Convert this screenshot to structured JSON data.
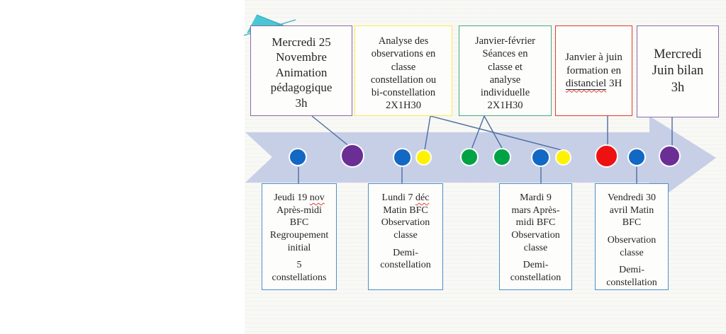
{
  "palette": {
    "arrow_fill": "#c7cfe7",
    "connector_line": "#4a6da0",
    "decoration_teal": "#4ac7d4",
    "dot_blue": "#1268c3",
    "dot_purple": "#6b2e94",
    "dot_yellow": "#fff200",
    "dot_green": "#00a344",
    "dot_red": "#ee1111",
    "border_purple": "#8a68a8",
    "border_yellow": "#ffe94d",
    "border_green": "#4aa87c",
    "border_red": "#e23a2e",
    "border_blue": "#4f8fc6"
  },
  "top_boxes": {
    "animation": {
      "text": "Mercredi 25\nNovembre\nAnimation\npédagogique\n3h"
    },
    "analyse": {
      "text": "Analyse des\nobservations en\nclasse\nconstellation ou\nbi-constellation\n2X1H30"
    },
    "seances": {
      "text": "Janvier-février\nSéances en\nclasse et\nanalyse\nindividuelle\n2X1H30"
    },
    "distanciel": {
      "prefix": "Janvier à juin\nformation en\n",
      "underlined": "distanciel",
      "suffix": " 3H"
    },
    "bilan": {
      "text": "Mercredi\nJuin bilan\n3h"
    }
  },
  "bottom_boxes": {
    "regroupement": {
      "p1_prefix": "Jeudi 19 ",
      "p1_word": "nov",
      "p1_rest": "\nAprès-midi\nBFC\nRegroupement\ninitial",
      "p2": "5\nconstellations"
    },
    "obs_dec": {
      "p1_prefix": "Lundi 7 ",
      "p1_word": "déc",
      "p1_rest": "\nMatin BFC\nObservation\nclasse",
      "p2": "Demi-\nconstellation"
    },
    "obs_mars": {
      "p1": "Mardi 9\nmars Après-\nmidi BFC\nObservation\nclasse",
      "p2": "Demi-\nconstellation"
    },
    "obs_avril": {
      "p1": "Vendredi 30\navril Matin\nBFC",
      "p2": "Observation\nclasse",
      "p3": "Demi-\nconstellation"
    }
  },
  "dots": [
    {
      "name": "dot-jeudi-19-nov",
      "color": "#1268c3"
    },
    {
      "name": "dot-mercredi-25-nov",
      "color": "#6b2e94"
    },
    {
      "name": "dot-lundi-7-dec",
      "color": "#1268c3"
    },
    {
      "name": "dot-analyse-1",
      "color": "#fff200"
    },
    {
      "name": "dot-seance-classe-1",
      "color": "#00a344"
    },
    {
      "name": "dot-seance-classe-2",
      "color": "#00a344"
    },
    {
      "name": "dot-mardi-9-mars",
      "color": "#1268c3"
    },
    {
      "name": "dot-analyse-2",
      "color": "#fff200"
    },
    {
      "name": "dot-formation-distanciel",
      "color": "#ee1111"
    },
    {
      "name": "dot-vendredi-30-avril",
      "color": "#1268c3"
    },
    {
      "name": "dot-juin-bilan",
      "color": "#6b2e94"
    }
  ]
}
